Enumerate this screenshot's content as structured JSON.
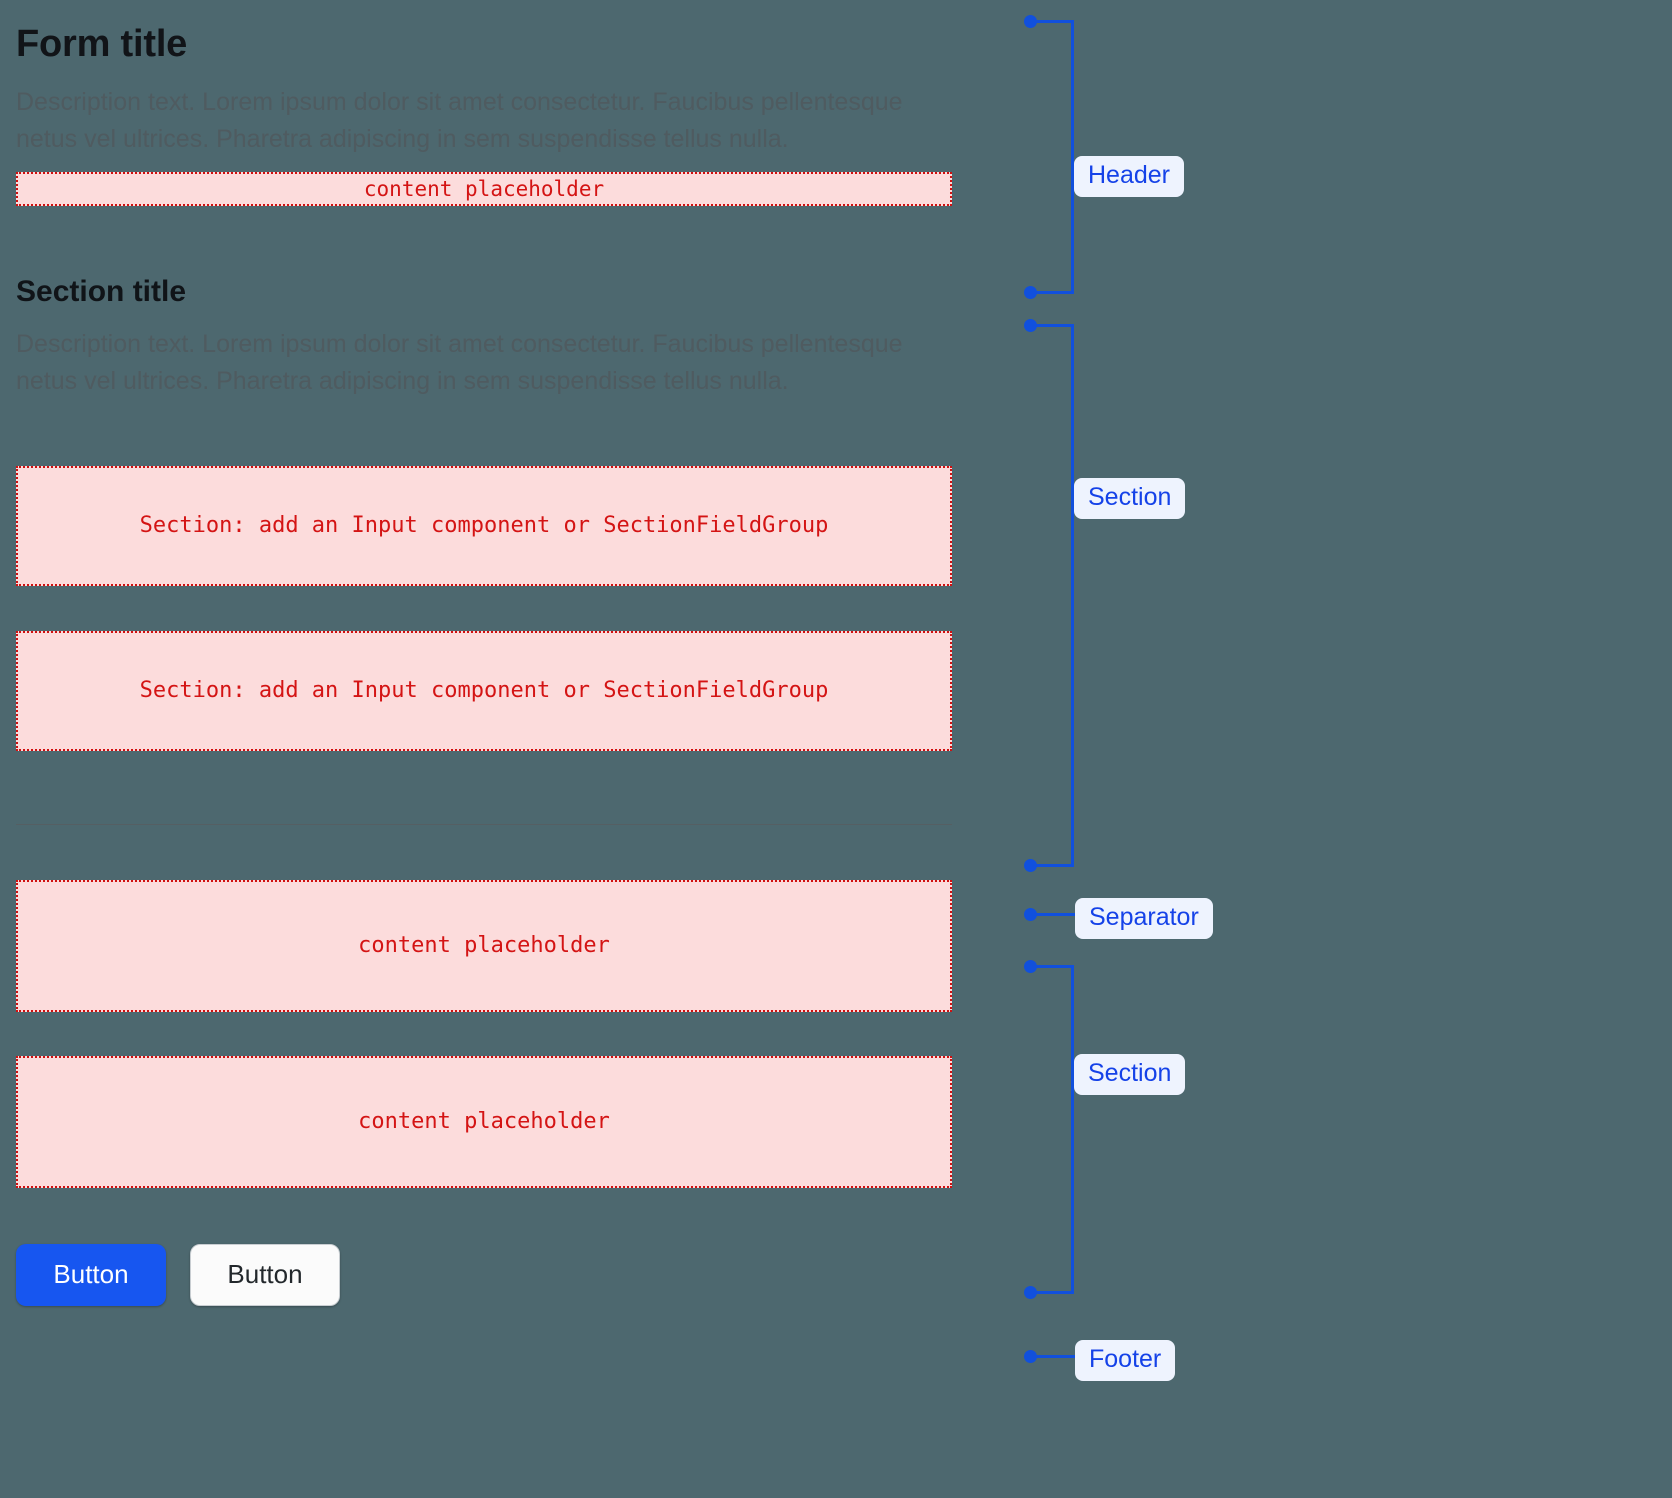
{
  "background_color": "#4d686f",
  "accent_color": "#1150dd",
  "placeholder_color": "#d41414",
  "placeholder_fill": "#fcdcdc",
  "header": {
    "title": "Form title",
    "description": "Description text. Lorem ipsum dolor sit amet consectetur. Faucibus pellentesque netus vel ultrices. Pharetra adipiscing in sem suspendisse tellus nulla.",
    "placeholder": "content placeholder"
  },
  "section": {
    "title": "Section title",
    "description": "Description text. Lorem ipsum dolor sit amet consectetur. Faucibus pellentesque netus vel ultrices. Pharetra adipiscing in sem suspendisse tellus nulla.",
    "field_placeholder_1": "Section: add an Input component or SectionFieldGroup",
    "field_placeholder_2": "Section: add an Input component or SectionFieldGroup"
  },
  "section_two": {
    "placeholder_1": "content placeholder",
    "placeholder_2": "content placeholder"
  },
  "footer": {
    "primary_label": "Button",
    "secondary_label": "Button"
  },
  "annotations": {
    "header": "Header",
    "section": "Section",
    "separator": "Separator",
    "section_two": "Section",
    "footer": "Footer"
  }
}
